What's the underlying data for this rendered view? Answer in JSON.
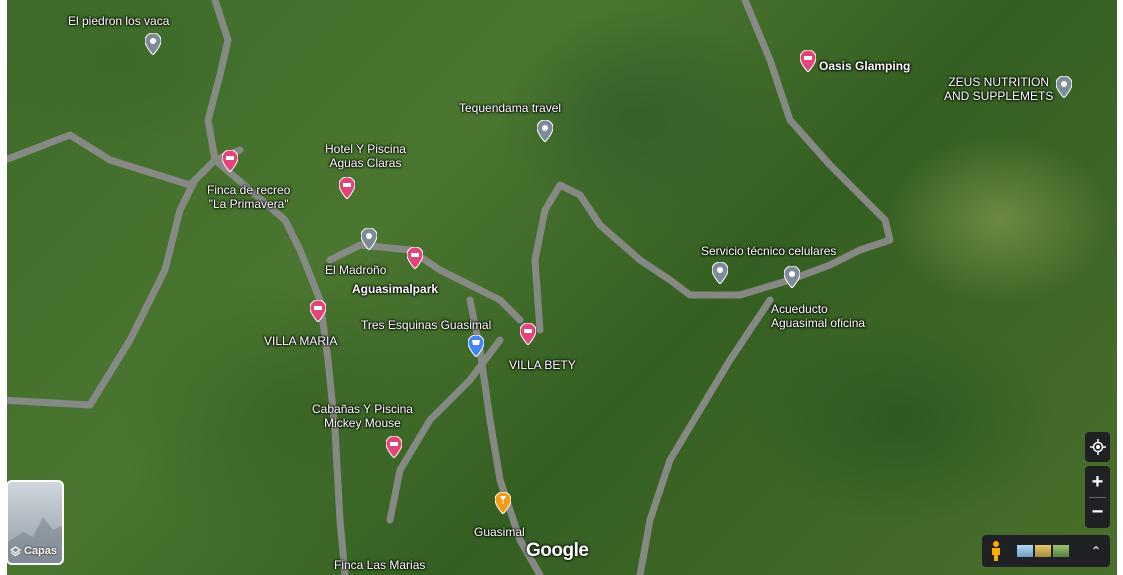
{
  "labels": {
    "piedron": "El piedron los vaca",
    "oasis": "Oasis Glamping",
    "zeus_1": "ZEUS NUTRITION",
    "zeus_2": "AND SUPPLEMETS",
    "tequendama": "Tequendama travel",
    "hotel_1": "Hotel Y Piscina",
    "hotel_2": "Aguas Claras",
    "finca_1": "Finca de recreo",
    "finca_2": "\"La Primavera\"",
    "madrono": "El Madroño",
    "aguasimalpark": "Aguasimalpark",
    "villa_maria": "VILLA MARIA",
    "tres_esquinas": "Tres Esquinas Guasimal",
    "villa_bety": "VILLA BETY",
    "servicio": "Servicio técnico celulares",
    "acueducto_1": "Acueducto",
    "acueducto_2": "Aguasimal oficina",
    "cabanas_1": "Cabañas Y Piscina",
    "cabanas_2": "Mickey Mouse",
    "guasimal": "Guasimal",
    "finca_marias": "Finca Las Marias"
  },
  "controls": {
    "layers_label": "Capas",
    "zoom_in": "+",
    "zoom_out": "−",
    "expand": "⌃"
  },
  "branding": {
    "logo": "Google"
  },
  "colors": {
    "hotel_pin": "#e3457a",
    "place_pin": "#7d8b99",
    "shop_pin": "#4285f4",
    "town_pin": "#f29d14",
    "road": "#8e8e8e"
  },
  "icons": {
    "hotel": "bed-icon",
    "shop": "cart-icon",
    "town": "goblet-icon",
    "location": "my-location-icon",
    "pegman": "pegman-icon"
  }
}
